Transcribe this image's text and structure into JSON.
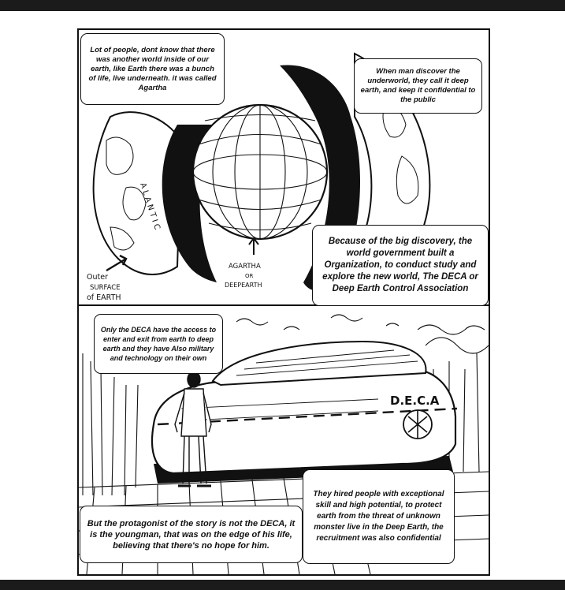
{
  "panel1": {
    "labels": {
      "atlantic": "A L A N T I C",
      "outer_line1": "Outer",
      "outer_line2": "SURFACE",
      "outer_line3": "of EARTH",
      "agartha_line1": "AGARTHA",
      "agartha_line2": "OR",
      "agartha_line3": "DEEPEARTH"
    },
    "bubble_agartha": "Lot of people, dont know that there was another world inside of our earth, like Earth there was a bunch of life, live underneath. it was called Agartha",
    "bubble_deep_earth": "When man discover the underworld, they call it deep earth, and keep it confidential to the public",
    "bubble_deca_org": "Because of the big discovery, the world government built a Organization, to conduct study and explore the new world, The DECA or Deep Earth Control Association"
  },
  "panel2": {
    "vehicle_text": "D.E.C.A",
    "bubble_access": "Only the DECA have the access to enter and exit from earth to deep earth and they have Also military and technology on their own",
    "bubble_hired": "They hired people with exceptional skill and high potential, to protect earth from the threat of unknown monster live in the Deep Earth, the recruitment was also confidential",
    "bubble_protagonist": "But the protagonist of the story is not the DECA, it is the youngman, that was on the edge of his life, believing that there's no hope for him."
  }
}
